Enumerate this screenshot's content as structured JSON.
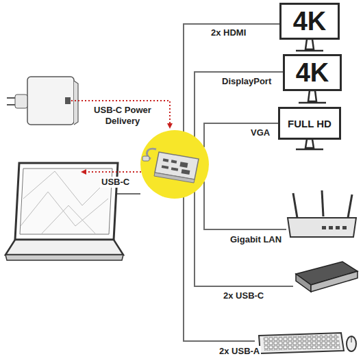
{
  "diagram": {
    "nodes": [
      {
        "text": [
          "4K"
        ]
      },
      {
        "text": [
          "4K"
        ]
      },
      {
        "text": [
          "FULL HD"
        ]
      }
    ],
    "labels": [
      "USB-C Power Delivery",
      "USB-C",
      "2x HDMI",
      "DisplayPort",
      "VGA",
      "Gigabit LAN",
      "2x USB-C",
      "2x USB-A"
    ]
  }
}
